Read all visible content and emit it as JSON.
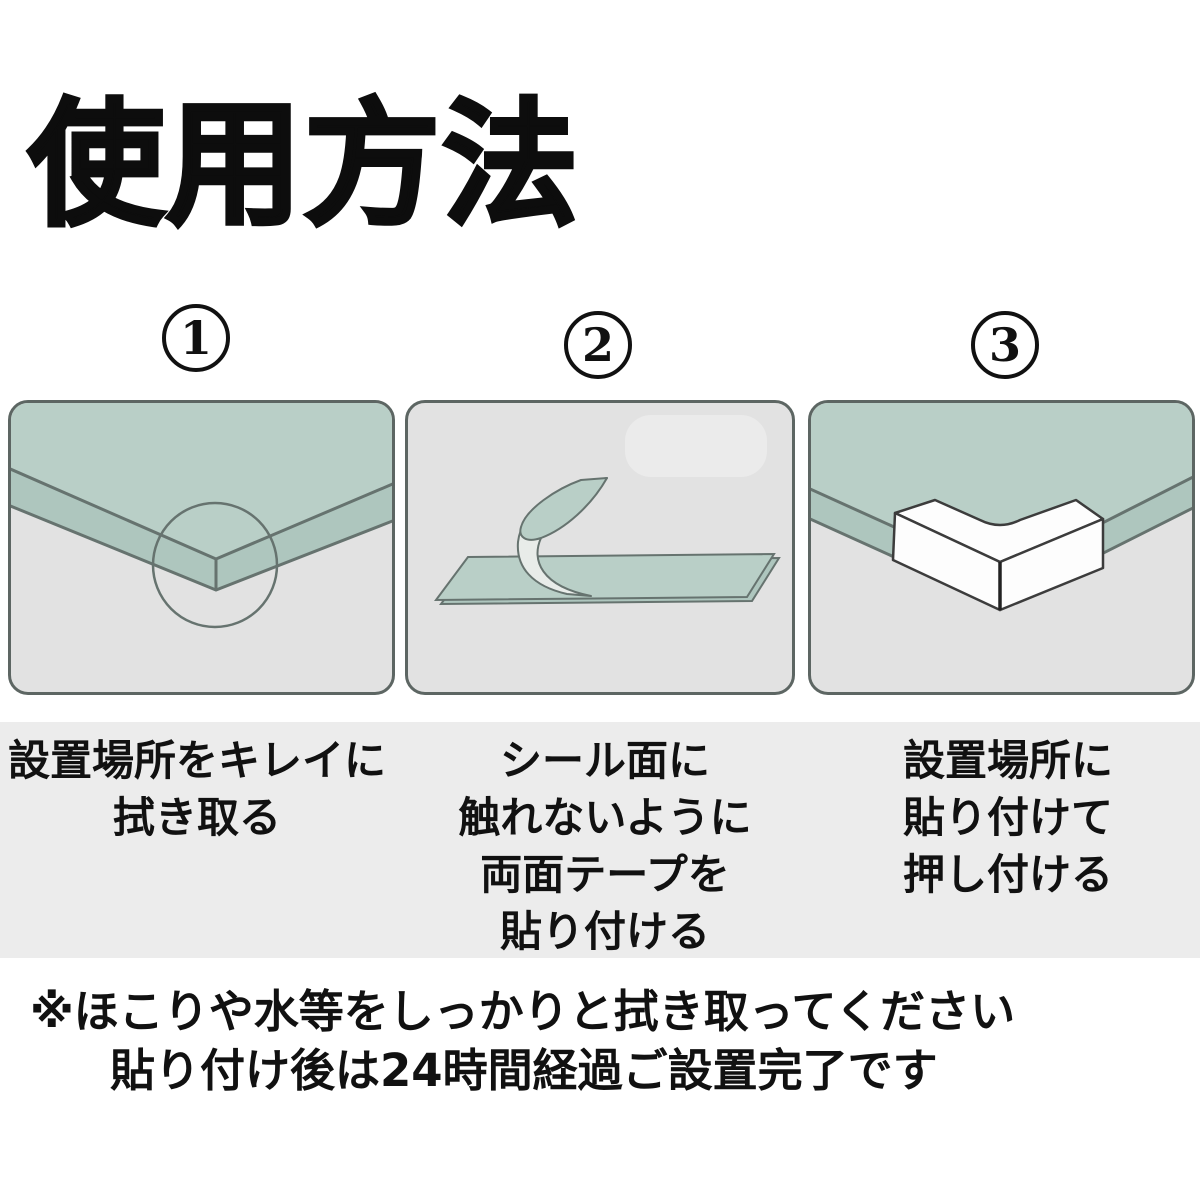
{
  "title": "使用方法",
  "steps": [
    {
      "number": "1",
      "illustration": "table-corner-highlighted",
      "caption_lines": [
        "設置場所をキレイに",
        "拭き取る"
      ]
    },
    {
      "number": "2",
      "illustration": "double-sided-tape-peel",
      "caption_lines": [
        "シール面に",
        "触れないように",
        "両面テープを",
        "貼り付ける"
      ]
    },
    {
      "number": "3",
      "illustration": "corner-guard-attached",
      "caption_lines": [
        "設置場所に",
        "貼り付けて",
        "押し付ける"
      ]
    }
  ],
  "footnote_lines": [
    "※ほこりや水等をしっかりと拭き取ってください",
    "貼り付け後は24時間経過ご設置完了です"
  ],
  "colors": {
    "table_top": "#b9cfc7",
    "table_edge": "#aec6be",
    "outline": "#66736f",
    "panel_bg": "#e2e2e2",
    "panel_border": "#5d6663",
    "caption_band_bg": "#ececec",
    "guard_fill": "#fdfdfd",
    "guard_outline": "#3c3c3c",
    "text": "#111111"
  }
}
